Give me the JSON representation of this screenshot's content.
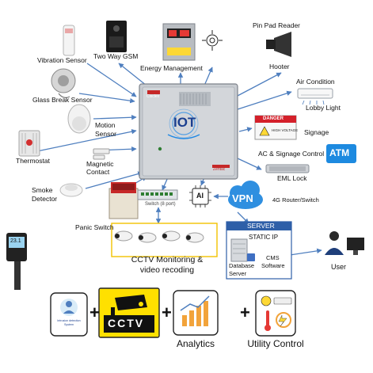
{
  "devices": {
    "vibration_sensor": "Vibration Sensor",
    "two_way_gsm": "Two Way GSM",
    "energy_management": "Energy Management",
    "pin_pad_reader": "Pin Pad Reader",
    "hooter": "Hooter",
    "air_condition": "Air Condition",
    "lobby_light": "Lobby Light",
    "glass_break_sensor": "Glass Break Sensor",
    "motion_sensor_line1": "Motion",
    "motion_sensor_line2": "Sensor",
    "signage": "Signage",
    "ac_signage_control": "AC & Signage Control",
    "atm": "ATM",
    "eml_lock": "EML Lock",
    "thermostat": "Thermostat",
    "magnetic_contact_line1": "Magnetic",
    "magnetic_contact_line2": "Contact",
    "smoke_detector_line1": "Smoke",
    "smoke_detector_line2": "Detector",
    "panic_switch": "Panic Switch",
    "switch_8_port": "Switch (8 port)",
    "ai": "AI",
    "vpn": "VPN",
    "router_switch": "4G Router/Switch",
    "thermometer_reading": "23.1"
  },
  "panel": {
    "iot": "IOT",
    "brand": "Cisclex",
    "brand_footer": "Zentac"
  },
  "danger_sign": {
    "title": "DANGER",
    "subtitle": "HIGH VOLTAGE"
  },
  "cctv": {
    "caption_line1": "CCTV Monitoring &",
    "caption_line2": "video recoding"
  },
  "server": {
    "title": "SERVER",
    "static_ip": "STATIC IP",
    "database_line1": "Database",
    "database_line2": "Server",
    "cms_line1": "CMS",
    "cms_line2": "Software",
    "user": "User"
  },
  "bottom": {
    "intrusion_line1": "Intrusion detection",
    "intrusion_line2": "System",
    "cctv_text": "CCTV",
    "analytics": "Analytics",
    "utility_control": "Utility Control",
    "plus": "+"
  },
  "colors": {
    "arrow": "#4f7fbf",
    "panel": "#c8ccd1",
    "cctv_border": "#f2c200",
    "vpn": "#2f8fe0",
    "atm": "#1d8ae0",
    "server_header": "#2e5fa8",
    "danger_red": "#d4202a"
  }
}
